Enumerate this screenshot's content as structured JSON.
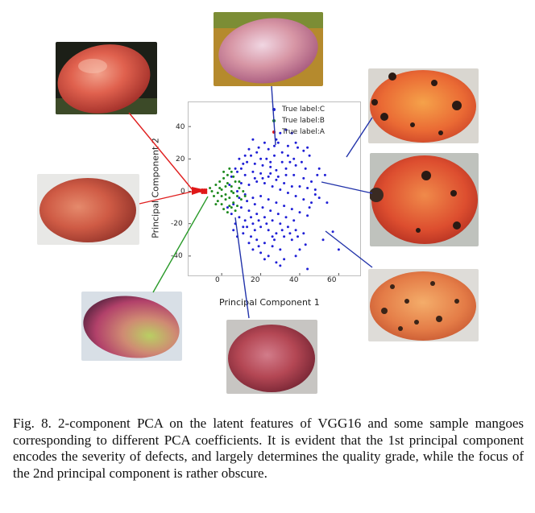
{
  "figure": {
    "caption": "Fig. 8.  2-component PCA on the latent features of VGG16 and some sample mangoes corresponding to different PCA coefficients. It is evident that the 1st principal component encodes the severity of defects, and largely determines the quality grade, while the focus of the 2nd principal component is rather obscure."
  },
  "colors": {
    "class_c": "#1f1fd6",
    "class_b": "#1e8a1e",
    "class_a": "#e01818",
    "connector_red": "#e02020",
    "connector_blue": "#2233aa",
    "connector_green": "#2a9a2a"
  },
  "photos": [
    {
      "name": "mango-photo-red-top-left",
      "class": "A"
    },
    {
      "name": "mango-photo-red-middle-left",
      "class": "A"
    },
    {
      "name": "mango-photo-green-bottom-left",
      "class": "B"
    },
    {
      "name": "mango-photo-top-center",
      "class": "C"
    },
    {
      "name": "mango-photo-bottom-center",
      "class": "C"
    },
    {
      "name": "mango-photo-spotted-top-right",
      "class": "C"
    },
    {
      "name": "mango-photo-spotted-middle-right",
      "class": "C"
    },
    {
      "name": "mango-photo-spotted-bottom-right",
      "class": "C"
    }
  ],
  "chart_data": {
    "type": "scatter",
    "xlabel": "Principal Component 1",
    "ylabel": "Principal Component 2",
    "xlim": [
      -17,
      71
    ],
    "ylim": [
      -52,
      55
    ],
    "xticks": [
      0,
      20,
      40,
      60
    ],
    "yticks": [
      -40,
      -20,
      0,
      20,
      40
    ],
    "legend_position": "top-right",
    "grid": false,
    "series": [
      {
        "name": "True label:C",
        "color": "#1f1fd6",
        "points": [
          [
            30,
            36
          ],
          [
            33,
            38
          ],
          [
            29,
            30
          ],
          [
            36,
            36
          ],
          [
            38,
            30
          ],
          [
            39,
            27
          ],
          [
            42,
            25
          ],
          [
            44,
            27
          ],
          [
            34,
            22
          ],
          [
            27,
            28
          ],
          [
            22,
            30
          ],
          [
            24,
            26
          ],
          [
            18,
            24
          ],
          [
            14,
            26
          ],
          [
            16,
            32
          ],
          [
            12,
            22
          ],
          [
            20,
            20
          ],
          [
            23,
            20
          ],
          [
            27,
            22
          ],
          [
            31,
            18
          ],
          [
            35,
            18
          ],
          [
            38,
            16
          ],
          [
            43,
            14
          ],
          [
            50,
            14
          ],
          [
            53,
            10
          ],
          [
            46,
            6
          ],
          [
            49,
            10
          ],
          [
            42,
            8
          ],
          [
            37,
            10
          ],
          [
            33,
            10
          ],
          [
            28,
            13
          ],
          [
            25,
            15
          ],
          [
            21,
            16
          ],
          [
            17,
            17
          ],
          [
            13,
            18
          ],
          [
            10,
            14
          ],
          [
            8,
            12
          ],
          [
            12,
            10
          ],
          [
            16,
            12
          ],
          [
            20,
            11
          ],
          [
            24,
            9
          ],
          [
            28,
            7
          ],
          [
            32,
            5
          ],
          [
            36,
            3
          ],
          [
            40,
            3
          ],
          [
            44,
            2
          ],
          [
            48,
            1
          ],
          [
            10,
            5
          ],
          [
            14,
            4
          ],
          [
            18,
            6
          ],
          [
            22,
            5
          ],
          [
            26,
            3
          ],
          [
            30,
            1
          ],
          [
            34,
            -1
          ],
          [
            38,
            -3
          ],
          [
            42,
            -5
          ],
          [
            46,
            -7
          ],
          [
            8,
            0
          ],
          [
            12,
            -2
          ],
          [
            16,
            -4
          ],
          [
            20,
            -3
          ],
          [
            24,
            -5
          ],
          [
            28,
            -7
          ],
          [
            32,
            -9
          ],
          [
            36,
            -11
          ],
          [
            40,
            -13
          ],
          [
            44,
            -15
          ],
          [
            6,
            -8
          ],
          [
            10,
            -10
          ],
          [
            14,
            -12
          ],
          [
            18,
            -14
          ],
          [
            22,
            -16
          ],
          [
            26,
            -18
          ],
          [
            30,
            -20
          ],
          [
            34,
            -22
          ],
          [
            38,
            -24
          ],
          [
            42,
            -26
          ],
          [
            12,
            -18
          ],
          [
            16,
            -20
          ],
          [
            20,
            -22
          ],
          [
            24,
            -24
          ],
          [
            28,
            -26
          ],
          [
            32,
            -28
          ],
          [
            36,
            -30
          ],
          [
            18,
            -30
          ],
          [
            22,
            -32
          ],
          [
            26,
            -34
          ],
          [
            30,
            -36
          ],
          [
            20,
            -38
          ],
          [
            24,
            -40
          ],
          [
            28,
            -44
          ],
          [
            32,
            -42
          ],
          [
            40,
            -36
          ],
          [
            43,
            -33
          ],
          [
            44,
            -48
          ],
          [
            30,
            -46
          ],
          [
            11,
            -26
          ],
          [
            15,
            -28
          ],
          [
            19,
            -34
          ],
          [
            5,
            -14
          ],
          [
            9,
            -16
          ],
          [
            13,
            -22
          ],
          [
            17,
            -24
          ],
          [
            54,
            -7
          ],
          [
            57,
            -25
          ],
          [
            60,
            -36
          ],
          [
            15,
            22
          ],
          [
            19,
            27
          ],
          [
            11,
            17
          ],
          [
            9,
            20
          ],
          [
            7,
            14
          ],
          [
            5,
            9
          ],
          [
            4,
            4
          ],
          [
            9,
            -4
          ],
          [
            13,
            -6
          ],
          [
            17,
            -8
          ],
          [
            21,
            -10
          ],
          [
            25,
            -12
          ],
          [
            29,
            -14
          ],
          [
            33,
            -16
          ],
          [
            37,
            -18
          ],
          [
            7,
            -20
          ],
          [
            11,
            -22
          ],
          [
            15,
            -16
          ],
          [
            19,
            -18
          ],
          [
            23,
            -20
          ],
          [
            27,
            -30
          ],
          [
            31,
            -24
          ],
          [
            35,
            -26
          ],
          [
            39,
            -28
          ],
          [
            16,
            -36
          ],
          [
            22,
            -42
          ],
          [
            26,
            -28
          ],
          [
            17,
            8
          ],
          [
            21,
            8
          ],
          [
            25,
            11
          ],
          [
            29,
            9
          ],
          [
            33,
            14
          ],
          [
            37,
            20
          ],
          [
            41,
            18
          ],
          [
            45,
            22
          ],
          [
            31,
            24
          ],
          [
            28,
            32
          ],
          [
            25,
            18
          ],
          [
            34,
            28
          ],
          [
            48,
            -2
          ],
          [
            45,
            -10
          ],
          [
            50,
            -4
          ],
          [
            52,
            -30
          ],
          [
            38,
            -40
          ],
          [
            14,
            -32
          ],
          [
            6,
            -24
          ],
          [
            8,
            -28
          ],
          [
            3,
            -10
          ]
        ]
      },
      {
        "name": "True label:B",
        "color": "#1e8a1e",
        "points": [
          [
            -3,
            4
          ],
          [
            -1,
            6
          ],
          [
            1,
            8
          ],
          [
            3,
            5
          ],
          [
            5,
            3
          ],
          [
            7,
            6
          ],
          [
            9,
            2
          ],
          [
            -2,
            -1
          ],
          [
            0,
            1
          ],
          [
            2,
            -2
          ],
          [
            4,
            -4
          ],
          [
            6,
            -1
          ],
          [
            8,
            -3
          ],
          [
            10,
            -5
          ],
          [
            -4,
            -3
          ],
          [
            -2,
            -6
          ],
          [
            0,
            -8
          ],
          [
            2,
            -5
          ],
          [
            4,
            -9
          ],
          [
            6,
            -7
          ],
          [
            8,
            -9
          ],
          [
            1,
            12
          ],
          [
            3,
            10
          ],
          [
            5,
            12
          ],
          [
            -1,
            2
          ],
          [
            11,
            0
          ],
          [
            12,
            -3
          ],
          [
            7,
            -12
          ],
          [
            3,
            -13
          ],
          [
            -5,
            0
          ],
          [
            0,
            -3
          ],
          [
            5,
            0
          ],
          [
            9,
            6
          ],
          [
            -3,
            -8
          ],
          [
            1,
            -11
          ],
          [
            5,
            -10
          ],
          [
            2,
            3
          ],
          [
            6,
            9
          ],
          [
            -6,
            2
          ],
          [
            4,
            14
          ]
        ]
      },
      {
        "name": "True label:A",
        "color": "#e01818",
        "points": [
          [
            -9,
            0
          ],
          [
            -10,
            1
          ],
          [
            -9,
            -1
          ],
          [
            -10,
            -1
          ],
          [
            -8,
            0
          ],
          [
            -8,
            1
          ],
          [
            -9,
            1
          ],
          [
            -10,
            0
          ],
          [
            -11,
            0
          ],
          [
            -8,
            -1
          ]
        ]
      }
    ]
  }
}
